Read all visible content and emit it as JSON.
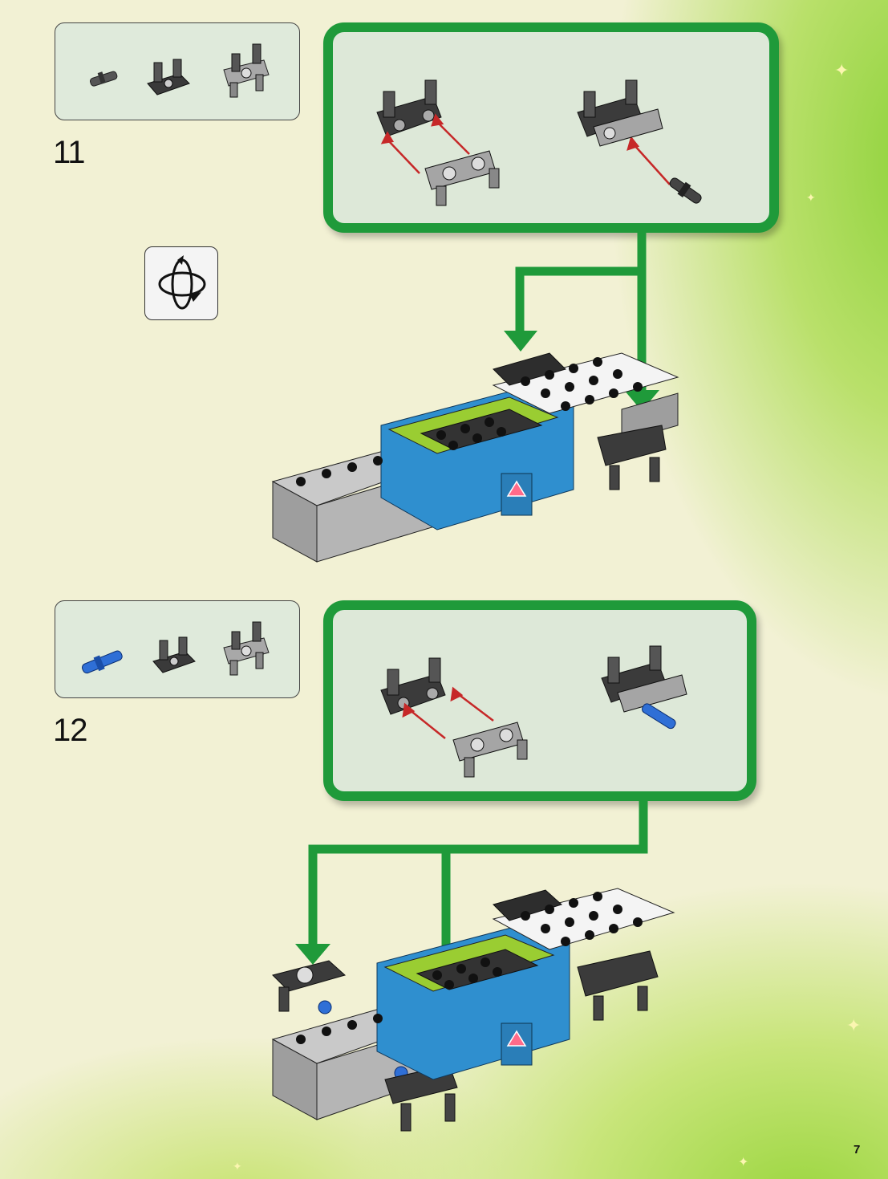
{
  "page": {
    "number": "7"
  },
  "steps": [
    {
      "number": "11",
      "parts": [
        "pin-part-icon",
        "connector-part-icon",
        "double-pin-connector-icon"
      ]
    },
    {
      "number": "12",
      "parts": [
        "blue-axle-pin-icon",
        "connector-part-icon",
        "double-pin-connector-icon"
      ]
    }
  ],
  "colors": {
    "frame_green": "#1f9a3a",
    "arrow_red": "#c62828",
    "brick_lime": "#9acd32",
    "brick_blue": "#2f8fcf",
    "brick_dark": "#333333",
    "brick_gray": "#9e9e9e"
  },
  "icons": {
    "rotate": "rotate-model-icon"
  }
}
